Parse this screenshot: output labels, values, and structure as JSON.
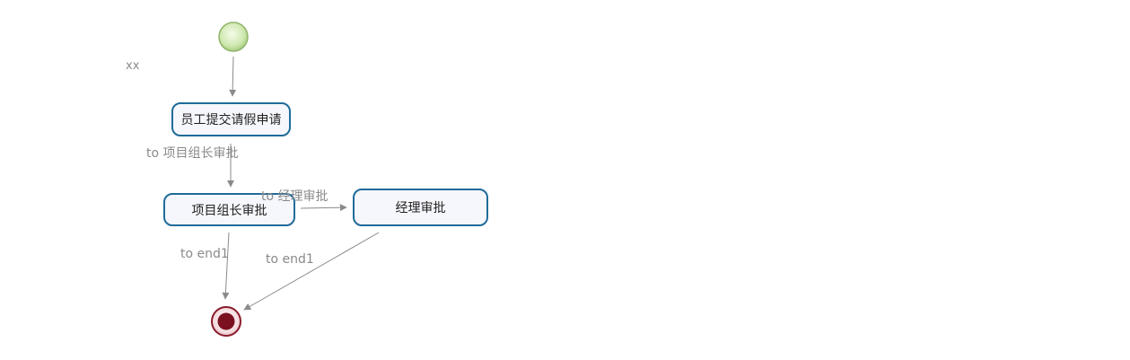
{
  "process": {
    "name": "xx"
  },
  "nodes": {
    "start": {
      "type": "start-event"
    },
    "submit": {
      "label": "员工提交请假申请"
    },
    "leader": {
      "label": "项目组长审批"
    },
    "manager": {
      "label": "经理审批"
    },
    "end": {
      "type": "end-event"
    }
  },
  "transitions": {
    "to_leader": {
      "label": "to 项目组长审批"
    },
    "to_manager": {
      "label": "to 经理审批"
    },
    "leader_to_end": {
      "label": "to end1"
    },
    "manager_to_end": {
      "label": "to end1"
    }
  },
  "colors": {
    "task_border": "#1f6b99",
    "task_fill": "#f6f7fc",
    "flow_line": "#8a8a8a",
    "start_fill": "#c8e6a8",
    "start_border": "#8fb46a",
    "end_fill": "#7a1020",
    "end_border": "#8a1a2a"
  }
}
